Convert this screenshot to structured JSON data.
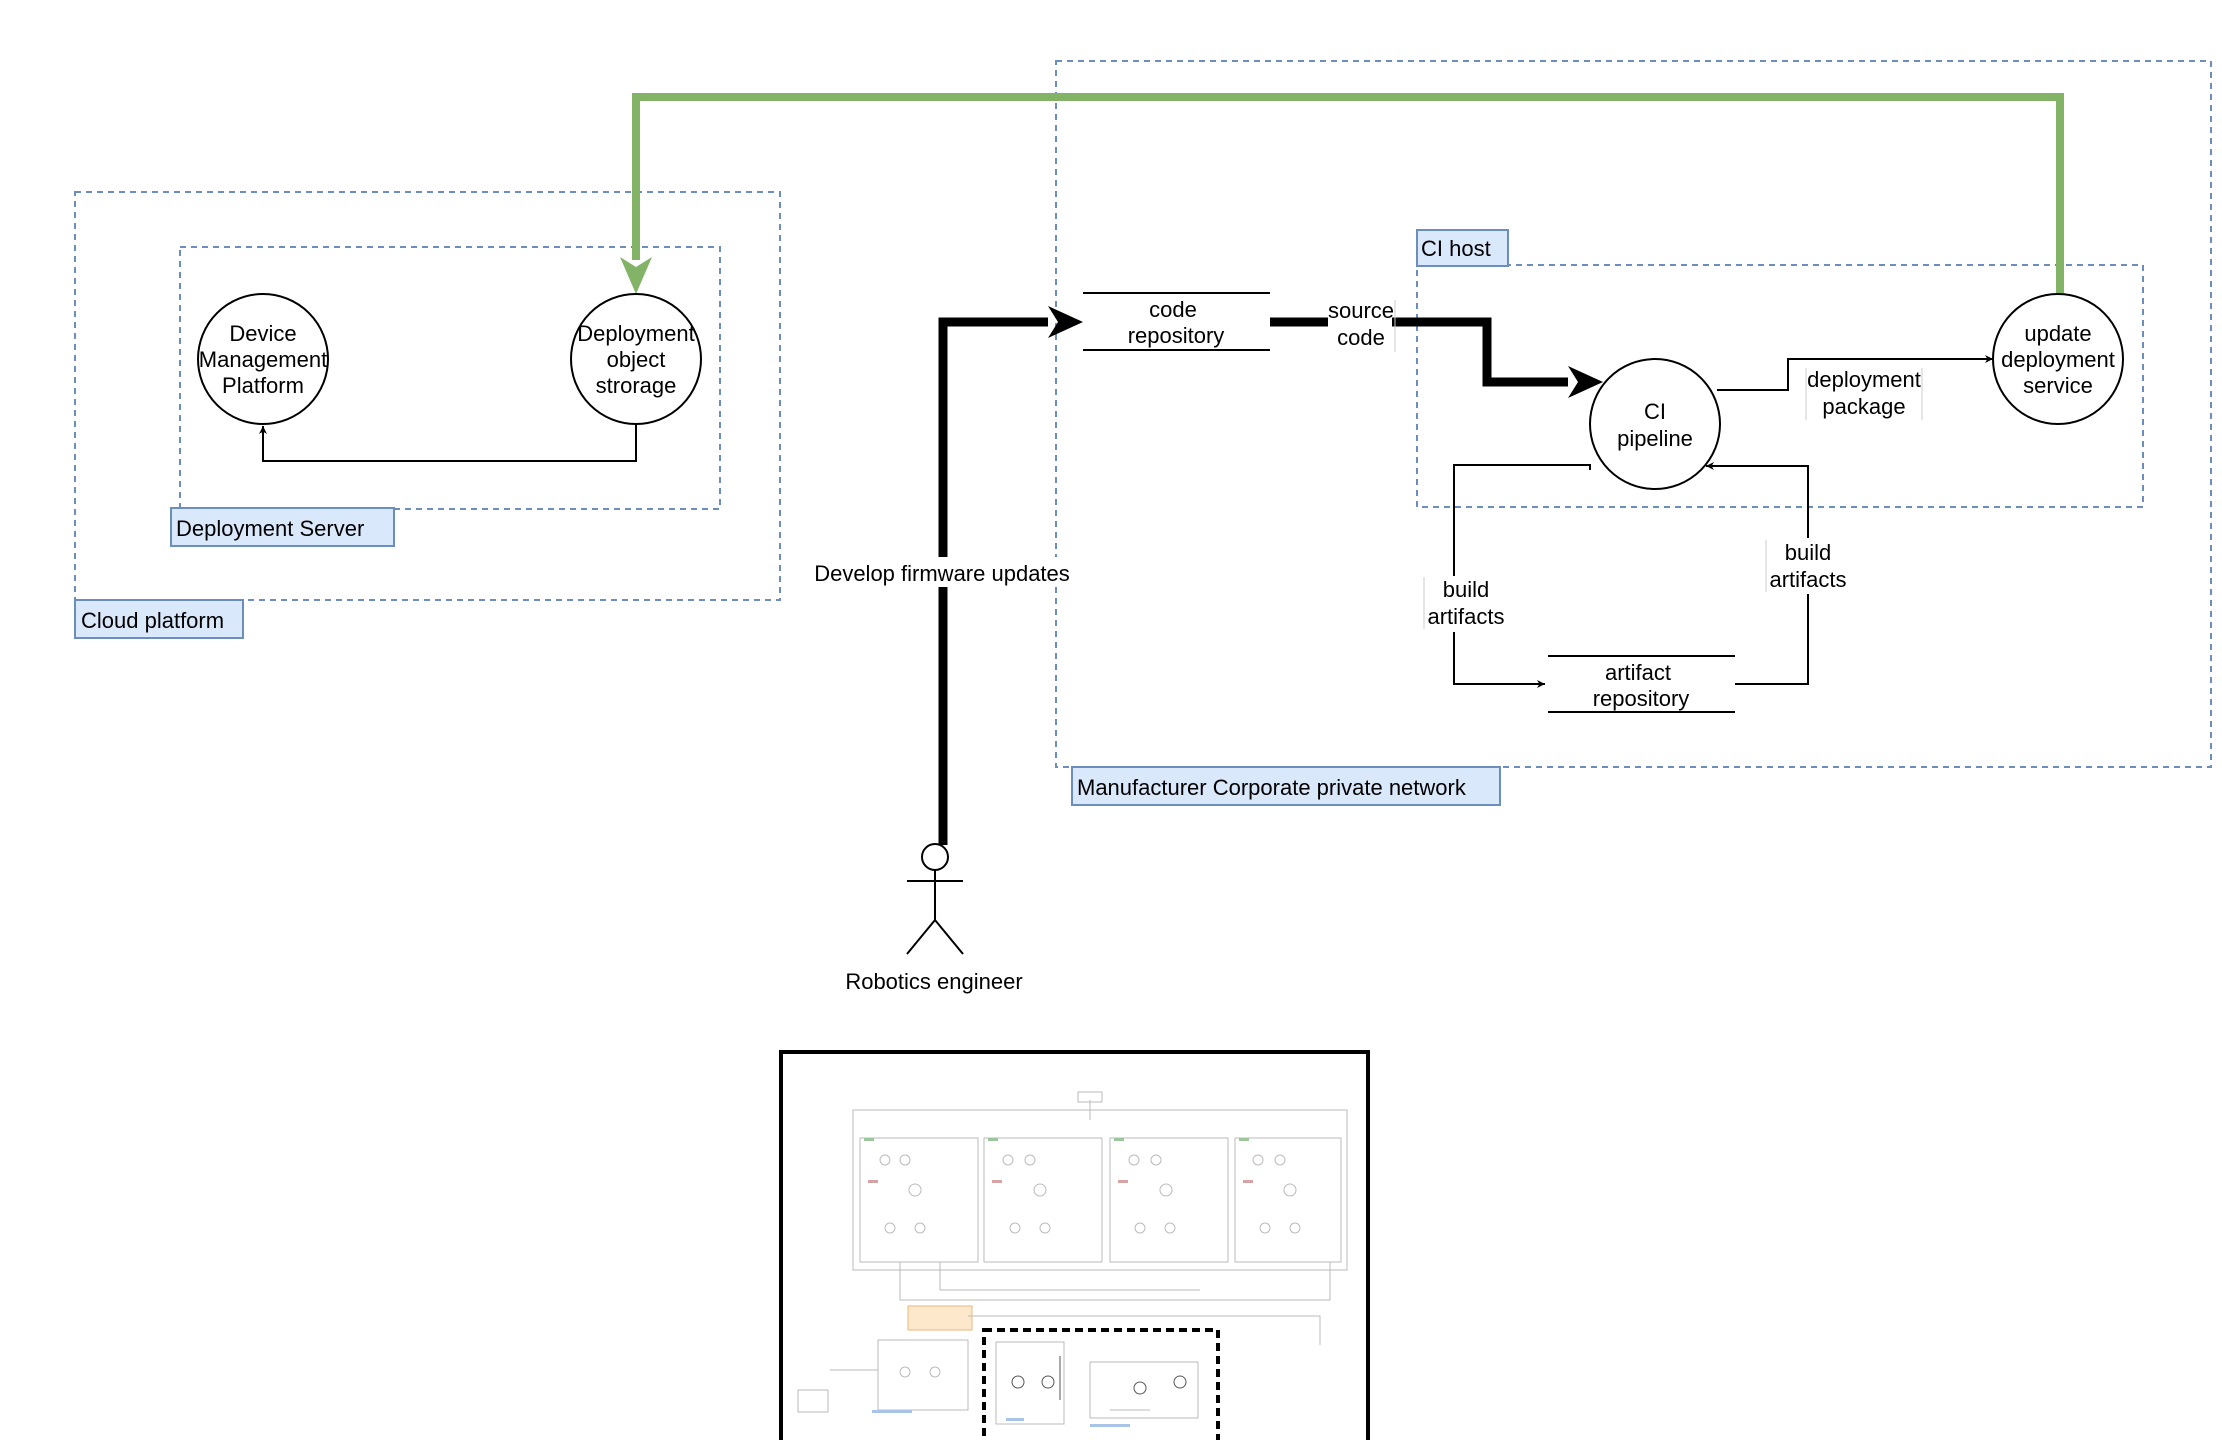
{
  "containers": {
    "cloud_platform": "Cloud platform",
    "deployment_server": "Deployment Server",
    "ci_host": "CI host",
    "corporate_network": "Manufacturer Corporate private network"
  },
  "nodes": {
    "device_management": [
      "Device",
      "Management",
      "Platform"
    ],
    "deployment_storage": [
      "Deployment",
      "object",
      "strorage"
    ],
    "ci_pipeline": [
      "CI",
      "pipeline"
    ],
    "update_service": [
      "update",
      "deployment",
      "service"
    ]
  },
  "stores": {
    "code_repository": [
      "code",
      "repository"
    ],
    "artifact_repository": [
      "artifact",
      "repository"
    ]
  },
  "edges": {
    "develop": "Develop firmware updates",
    "source_code": [
      "source",
      "code"
    ],
    "deployment_package": [
      "deployment",
      "package"
    ],
    "build_artifacts_out": [
      "build",
      "artifacts"
    ],
    "build_artifacts_in": [
      "build",
      "artifacts"
    ]
  },
  "actor": {
    "label": "Robotics engineer"
  },
  "colors": {
    "container_stroke": "#6c8ebf",
    "label_fill": "#dae8fc",
    "green_flow": "#82b366"
  }
}
